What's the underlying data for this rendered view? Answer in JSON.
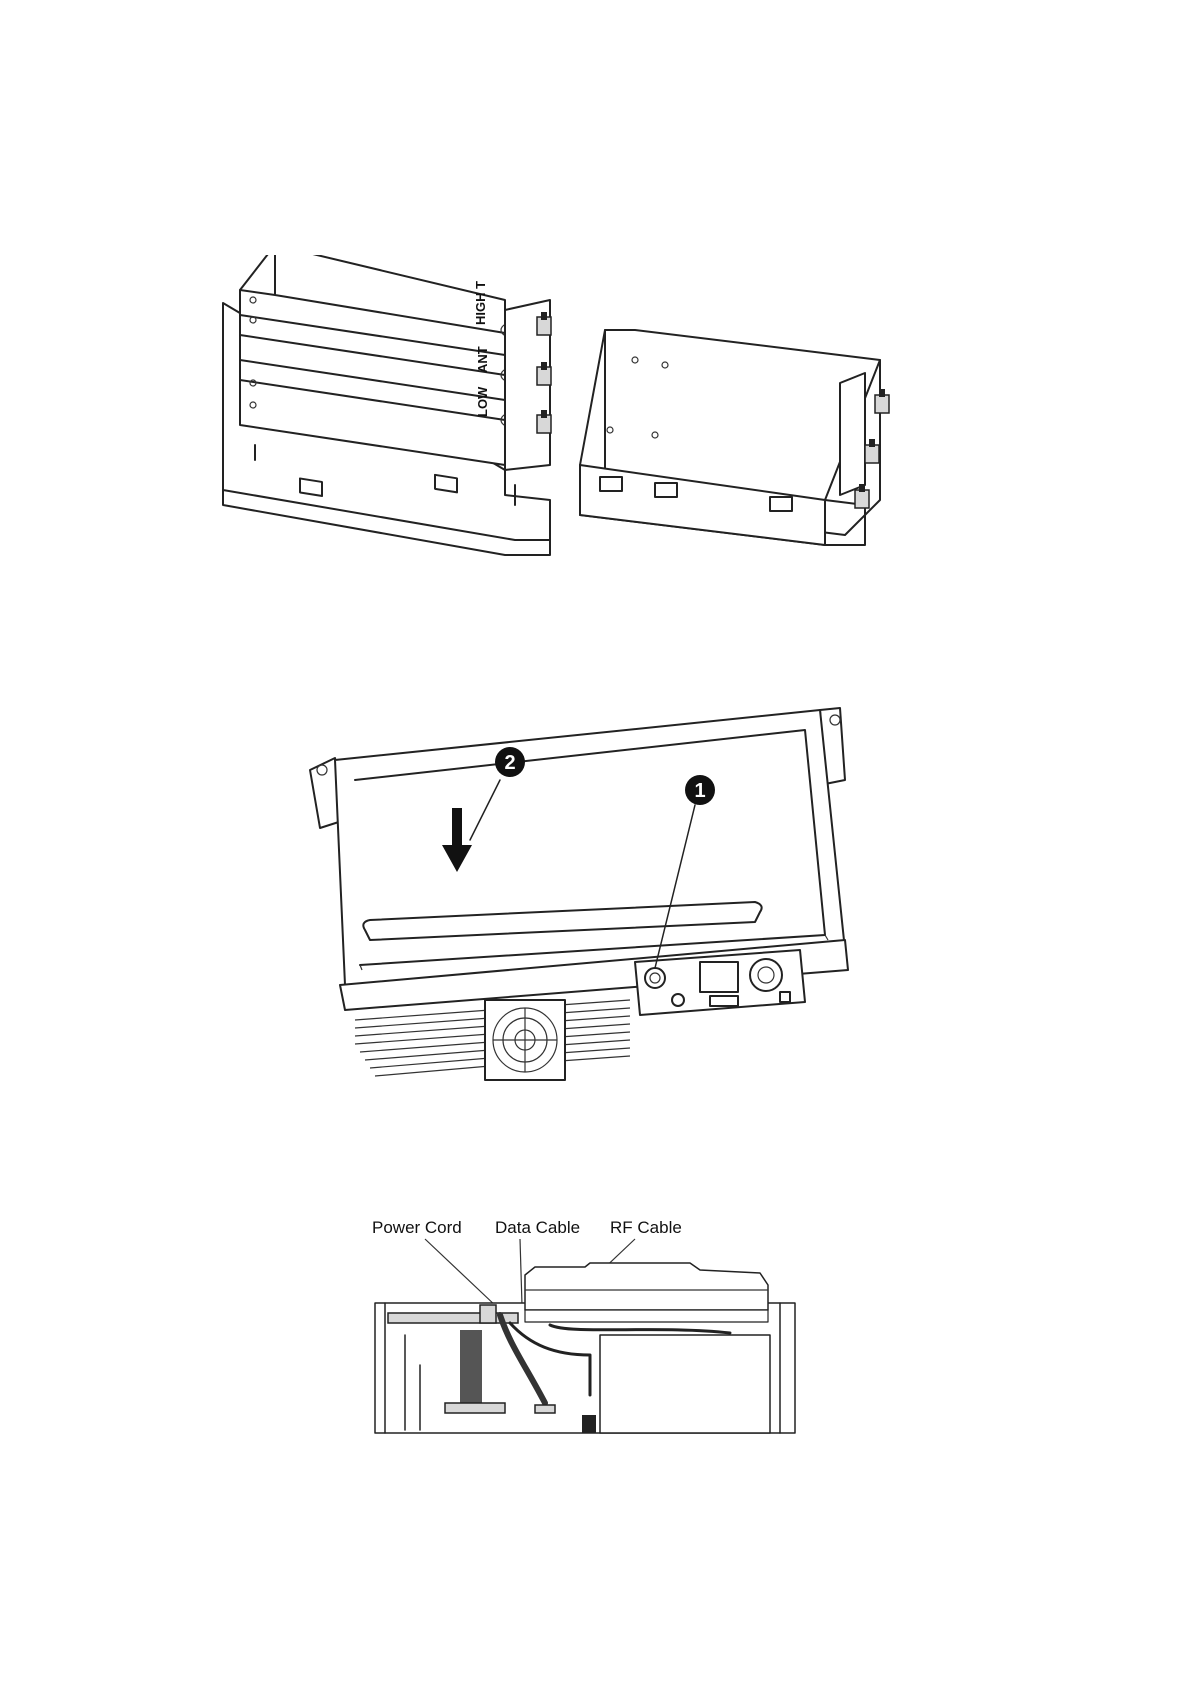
{
  "figure1": {
    "port_labels": [
      "HIGH T",
      "ANT",
      "LOW"
    ]
  },
  "figure2": {
    "callouts": [
      "1",
      "2"
    ]
  },
  "figure3": {
    "cable_labels": [
      "Power Cord",
      "Data Cable",
      "RF Cable"
    ]
  }
}
